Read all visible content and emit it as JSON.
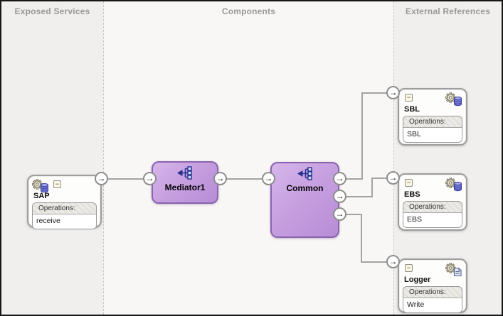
{
  "columns": {
    "exposed": "Exposed Services",
    "components": "Components",
    "references": "External References"
  },
  "nodes": {
    "sap": {
      "name": "SAP",
      "operations_label": "Operations:",
      "operation": "receive",
      "icon": "adapter-icon"
    },
    "mediator1": {
      "name": "Mediator1",
      "icon": "mediator-icon"
    },
    "common": {
      "name": "Common",
      "icon": "mediator-icon"
    },
    "sbl": {
      "name": "SBL",
      "operations_label": "Operations:",
      "operation": "SBL",
      "icon": "adapter-icon"
    },
    "ebs": {
      "name": "EBS",
      "operations_label": "Operations:",
      "operation": "EBS",
      "icon": "adapter-icon"
    },
    "logger": {
      "name": "Logger",
      "operations_label": "Operations:",
      "operation": "Write",
      "icon": "file-adapter-icon"
    }
  },
  "connections": [
    {
      "from": "SAP",
      "to": "Mediator1"
    },
    {
      "from": "Mediator1",
      "to": "Common"
    },
    {
      "from": "Common",
      "to": "SBL"
    },
    {
      "from": "Common",
      "to": "EBS"
    },
    {
      "from": "Common",
      "to": "Logger"
    }
  ],
  "icons": {
    "port_arrow": "→",
    "collapse_glyph": "−"
  },
  "colors": {
    "component_fill": "#c7a0e0",
    "component_border": "#8a63ae",
    "wire": "#a3a3a3",
    "lane_side_bg": "#f0efed",
    "lane_mid_bg": "#f8f7f5",
    "header_text": "#98989a"
  }
}
